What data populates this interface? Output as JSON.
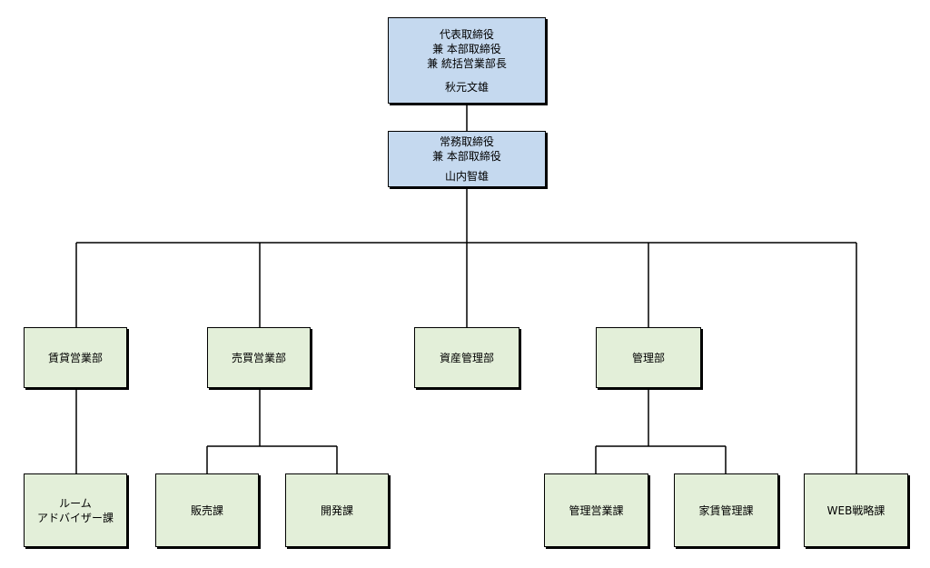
{
  "ceo": {
    "lines": [
      "代表取締役",
      "兼 本部取締役",
      "兼 統括営業部長"
    ],
    "name": "秋元文雄"
  },
  "managing_director": {
    "lines": [
      "常務取締役",
      "兼 本部取締役"
    ],
    "name": "山内智雄"
  },
  "departments": {
    "rental_sales": "賃貸営業部",
    "trading_sales": "売買営業部",
    "asset_management": "資産管理部",
    "administration": "管理部",
    "web_strategy": "WEB戦略課"
  },
  "sections": {
    "room_advisor": [
      "ルーム",
      "アドバイザー課"
    ],
    "sales": "販売課",
    "development": "開発課",
    "management_sales": "管理営業課",
    "rent_management": "家賃管理課"
  },
  "colors": {
    "executive_fill": "#c5d9ef",
    "department_fill": "#e3efd9",
    "line": "#000000"
  }
}
